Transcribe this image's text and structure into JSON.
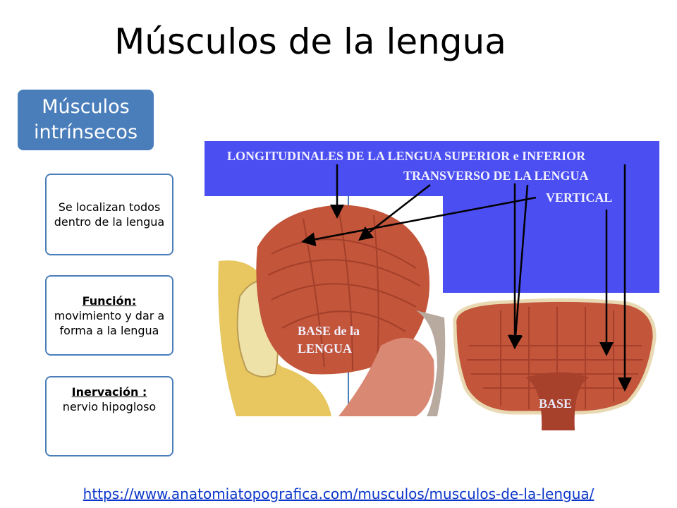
{
  "slide": {
    "title": "Músculos de la lengua",
    "hierarchy": {
      "root": "Músculos intrínsecos",
      "items": [
        {
          "text": "Se localizan todos dentro de la lengua"
        },
        {
          "heading": "Función:",
          "text": "movimiento  y dar a forma a  la lengua"
        },
        {
          "heading": "Inervación :",
          "text": "nervio hipogloso"
        }
      ]
    },
    "figure_labels": {
      "longitudinales": "LONGITUDINALES  DE LA LENGUA SUPERIOR e INFERIOR",
      "transverso": "TRANSVERSO DE LA LENGUA",
      "vertical": "VERTICAL",
      "base_lengua_1": "BASE de la",
      "base_lengua_2": "LENGUA",
      "base": "BASE"
    },
    "source_link": "https://www.anatomiatopografica.com/musculos/musculos-de-la-lengua/"
  },
  "colors": {
    "accent": "#4a7ebb",
    "panel_blue": "#4b4ff2",
    "muscle": "#c2553a",
    "link": "#0b36c9"
  }
}
